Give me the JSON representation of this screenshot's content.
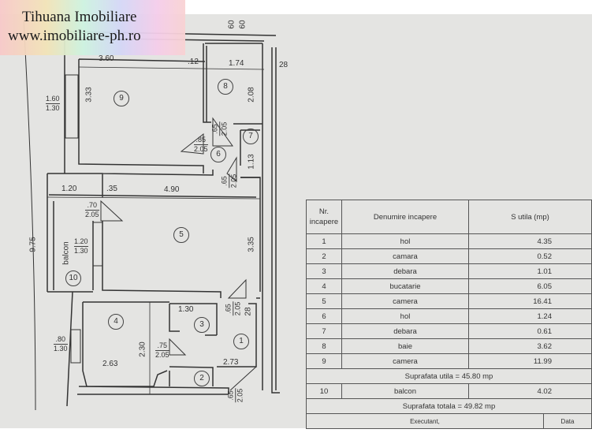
{
  "watermark": {
    "line1": "Tihuana Imobiliare",
    "line2": "www.imobiliare-ph.ro"
  },
  "plan": {
    "rooms": [
      "1",
      "2",
      "3",
      "4",
      "5",
      "6",
      "7",
      "8",
      "9",
      "10"
    ],
    "dimensions": {
      "d_top_60a": "60",
      "d_top_60b": "60",
      "d_360": "3.60",
      "d_12": ".12",
      "d_174": "1.74",
      "d_28_top": "28",
      "d_333": "3.33",
      "d_208": "2.08",
      "d_113": "1.13",
      "d_120": "1.20",
      "d_35": ".35",
      "d_490": "4.90",
      "d_975": "9.75",
      "d_335": "3.35",
      "d_28_mid": "28",
      "d_130_r3": "1.30",
      "d_230": "2.30",
      "d_263": "2.63",
      "d_273": "2.73",
      "balcon": "balcon"
    },
    "openings": [
      {
        "top": "1.60",
        "bottom": "1.30"
      },
      {
        "top": ".85",
        "bottom": "2.05"
      },
      {
        "top": ".65",
        "bottom": "2.05"
      },
      {
        "top": ".65",
        "bottom": "2.05"
      },
      {
        "top": ".70",
        "bottom": "2.05"
      },
      {
        "top": "1.20",
        "bottom": "1.30"
      },
      {
        "top": ".65",
        "bottom": "2.05"
      },
      {
        "top": ".80",
        "bottom": "1.30"
      },
      {
        "top": ".75",
        "bottom": "2.05"
      },
      {
        "top": ".65",
        "bottom": "2.05"
      }
    ]
  },
  "table": {
    "headers": {
      "nr": "Nr. incapere",
      "name": "Denumire incapere",
      "area": "S utila (mp)"
    },
    "rows": [
      {
        "nr": "1",
        "name": "hol",
        "area": "4.35"
      },
      {
        "nr": "2",
        "name": "camara",
        "area": "0.52"
      },
      {
        "nr": "3",
        "name": "debara",
        "area": "1.01"
      },
      {
        "nr": "4",
        "name": "bucatarie",
        "area": "6.05"
      },
      {
        "nr": "5",
        "name": "camera",
        "area": "16.41"
      },
      {
        "nr": "6",
        "name": "hol",
        "area": "1.24"
      },
      {
        "nr": "7",
        "name": "debara",
        "area": "0.61"
      },
      {
        "nr": "8",
        "name": "baie",
        "area": "3.62"
      },
      {
        "nr": "9",
        "name": "camera",
        "area": "11.99"
      }
    ],
    "suprafata_utila": "Suprafata utila = 45.80 mp",
    "balcon_row": {
      "nr": "10",
      "name": "balcon",
      "area": "4.02"
    },
    "suprafata_totala": "Suprafata totala = 49.82 mp",
    "executant": "Executant,",
    "data": "Data"
  }
}
